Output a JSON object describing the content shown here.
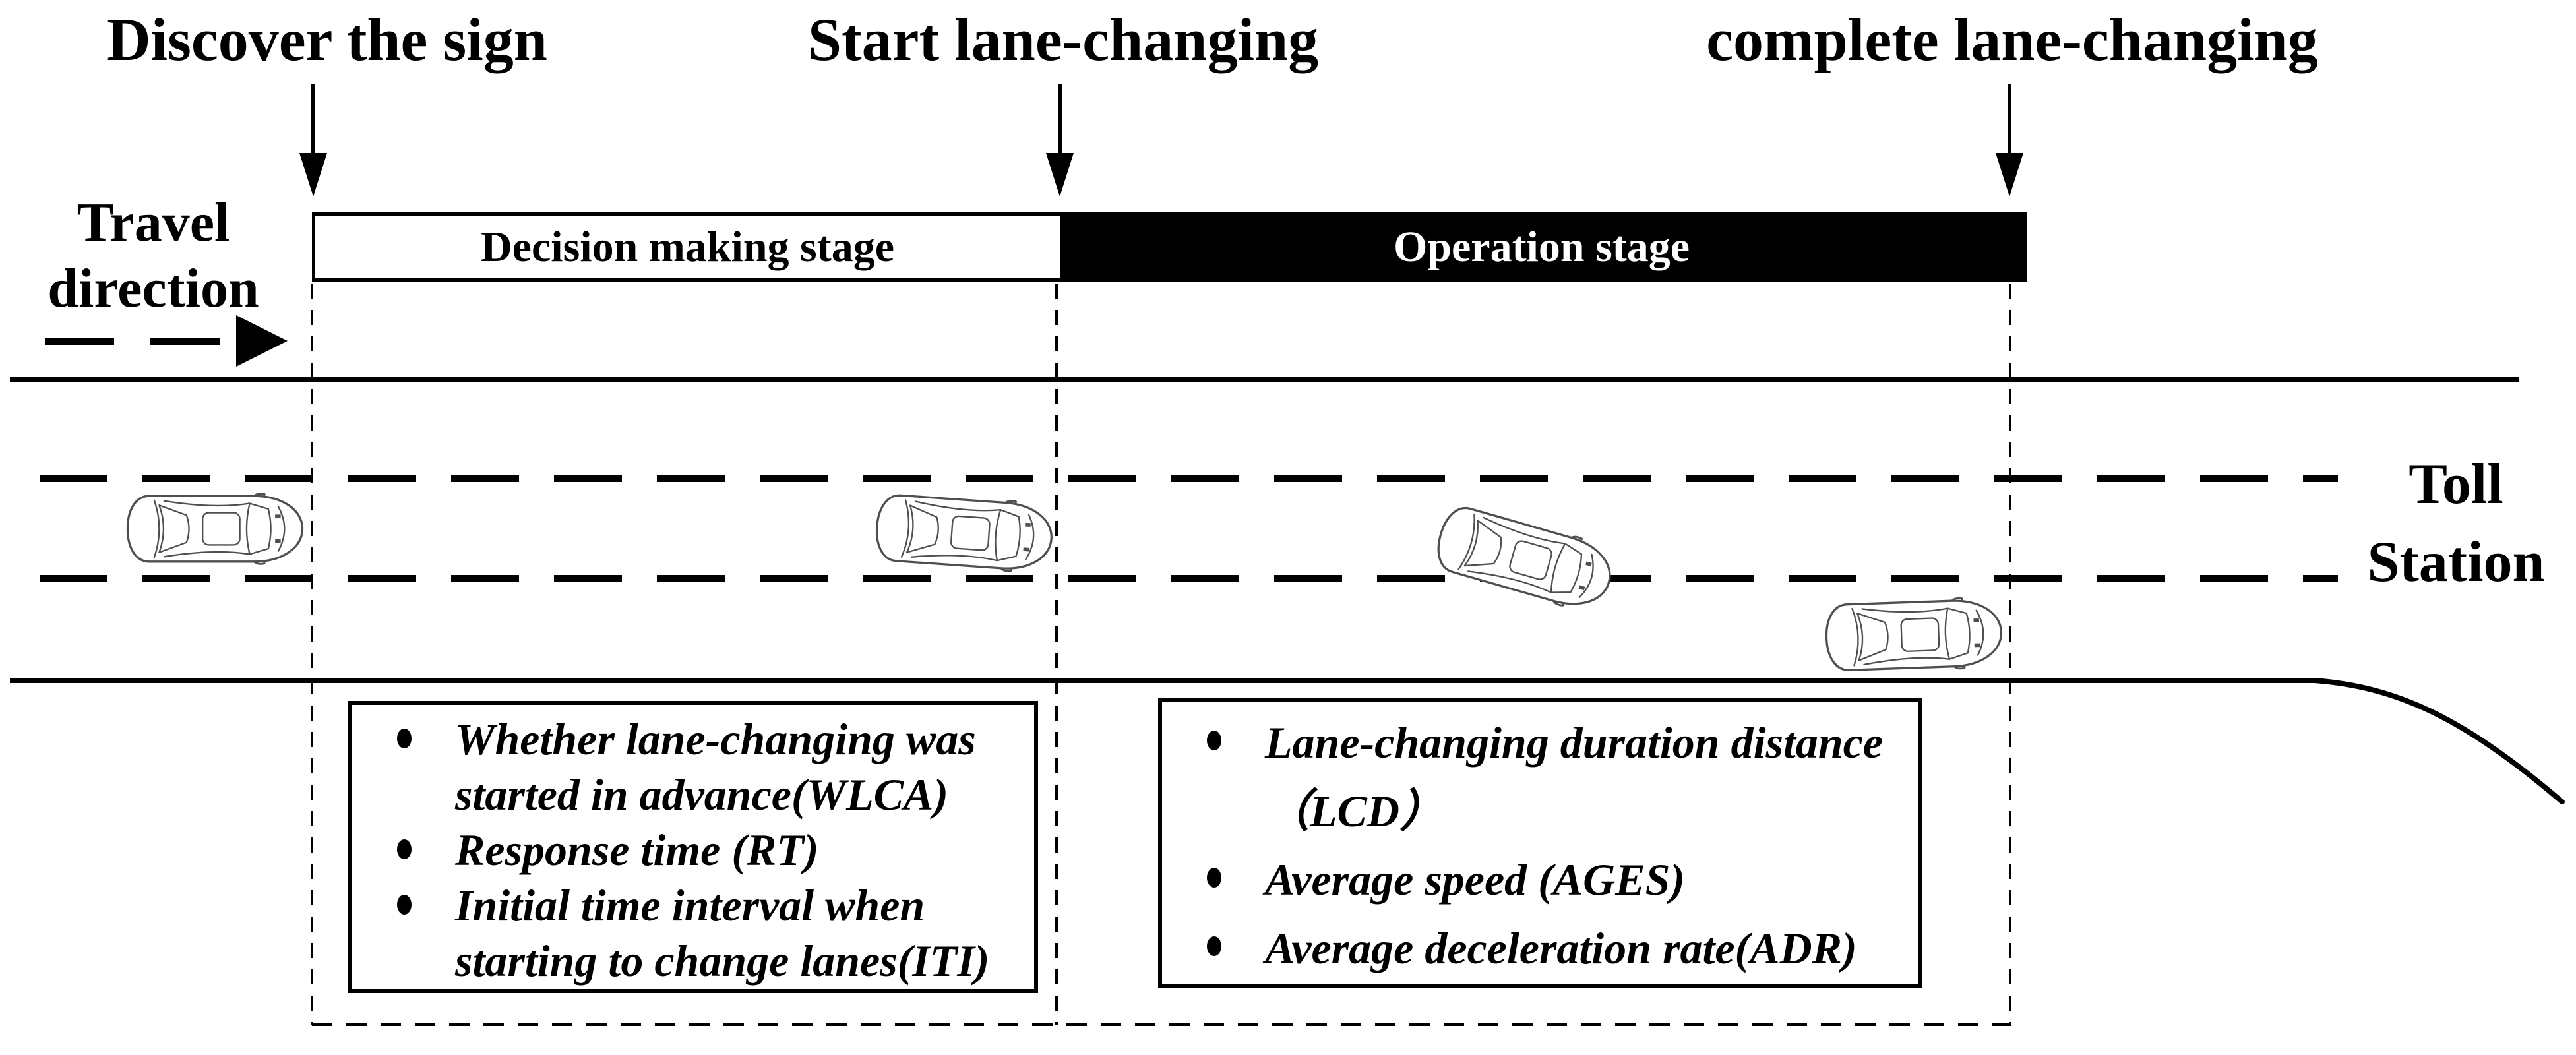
{
  "figure": {
    "events": [
      {
        "label": "Discover the sign"
      },
      {
        "label": "Start lane-changing"
      },
      {
        "label": "complete lane-changing"
      }
    ],
    "travel_direction": {
      "line1": "Travel",
      "line2": "direction"
    },
    "stage_bar": {
      "decision_label": "Decision making stage",
      "operation_label": "Operation stage"
    },
    "toll_station": {
      "line1": "Toll",
      "line2": "Station"
    },
    "decision_metrics_box": {
      "items": [
        {
          "lines": [
            "Whether lane-changing was",
            "started in advance(WLCA)"
          ]
        },
        {
          "lines": [
            "Response time (RT)"
          ]
        },
        {
          "lines": [
            "Initial time interval when",
            "starting to change lanes(ITI)"
          ]
        }
      ]
    },
    "operation_metrics_box": {
      "items": [
        {
          "lines": [
            "Lane-changing duration distance",
            "（LCD）"
          ]
        },
        {
          "lines": [
            "Average speed (AGES)"
          ]
        },
        {
          "lines": [
            "Average deceleration rate(ADR)"
          ]
        }
      ]
    },
    "colors": {
      "ink": "#000000",
      "car_outline": "#4f4f4f",
      "paper": "#ffffff"
    },
    "icons": {
      "event_marker": "down-arrow-icon",
      "travel_direction_marker": "dashed-right-arrow-icon",
      "vehicle": "car-top-view-icon"
    }
  }
}
